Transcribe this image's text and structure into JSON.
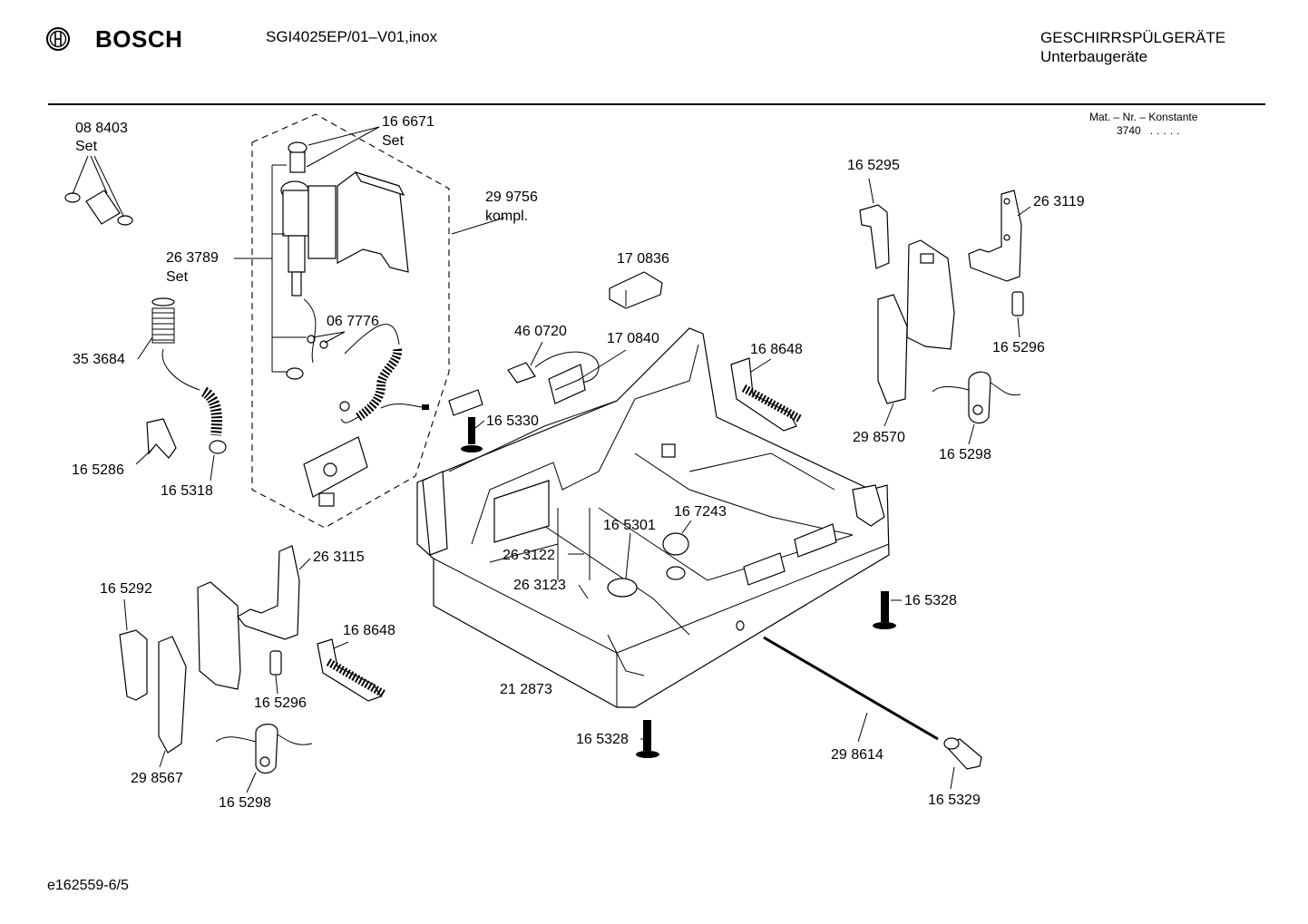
{
  "header": {
    "brand": "BOSCH",
    "model": "SGI4025EP/01–V01,inox",
    "category_line1": "GESCHIRRSPÜLGERÄTE",
    "category_line2": "Unterbaugeräte",
    "mat_label": "Mat. – Nr. – Konstante",
    "mat_value": "3740",
    "mat_dots": "....."
  },
  "labels": {
    "p088403": "08 8403",
    "p088403_set": "Set",
    "p166671": "16 6671",
    "p166671_set": "Set",
    "p299756": "29 9756",
    "p299756_kompl": "kompl.",
    "p263789": "26 3789",
    "p263789_set": "Set",
    "p067776": "06 7776",
    "p353684": "35 3684",
    "p165286": "16 5286",
    "p165318": "16 5318",
    "p170836": "17 0836",
    "p460720": "46 0720",
    "p170840": "17 0840",
    "p168648_top": "16 8648",
    "p165330": "16 5330",
    "p165295": "16 5295",
    "p263119": "26 3119",
    "p165296_right": "16 5296",
    "p298570": "29 8570",
    "p165298_right": "16 5298",
    "p165301": "16 5301",
    "p167243": "16 7243",
    "p263122": "26 3122",
    "p263123": "26 3123",
    "p263115": "26 3115",
    "p165292": "16 5292",
    "p168648_bottom": "16 8648",
    "p165296_left": "16 5296",
    "p298567": "29 8567",
    "p165298_left": "16 5298",
    "p212873": "21 2873",
    "p165328_right": "16 5328",
    "p165328_bottom": "16 5328",
    "p298614": "29 8614",
    "p165329": "16 5329"
  },
  "footer": {
    "code": "e162559-6/5"
  },
  "icons": {
    "logo": "bosch-armature-logo-icon"
  }
}
